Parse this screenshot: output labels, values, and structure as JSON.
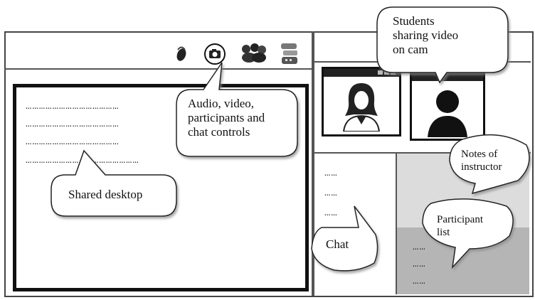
{
  "toolbar": {
    "icons": [
      "audio-icon",
      "video-icon",
      "participants-icon",
      "chat-icon"
    ]
  },
  "shared_desktop": {
    "dotted_lines": [
      "……………………………………",
      "……………………………………",
      "……………………………………",
      "……………………………………………"
    ]
  },
  "chat_panel": {
    "dotted_lines": [
      "……",
      "……",
      "……"
    ]
  },
  "participant_panel": {
    "dotted_lines": [
      "……",
      "……",
      "……"
    ]
  },
  "callouts": {
    "controls": [
      "Audio, video,",
      "participants and",
      "chat controls"
    ],
    "students": [
      "Students",
      "sharing video",
      "on cam"
    ],
    "shared_desktop": "Shared desktop",
    "notes": [
      "Notes of",
      "instructor"
    ],
    "participant": [
      "Participant",
      "list"
    ],
    "chat": "Chat"
  },
  "colors": {
    "panel_gray": "#d9d9d9",
    "participant_gray": "#b8b8b8",
    "border": "#333333"
  }
}
